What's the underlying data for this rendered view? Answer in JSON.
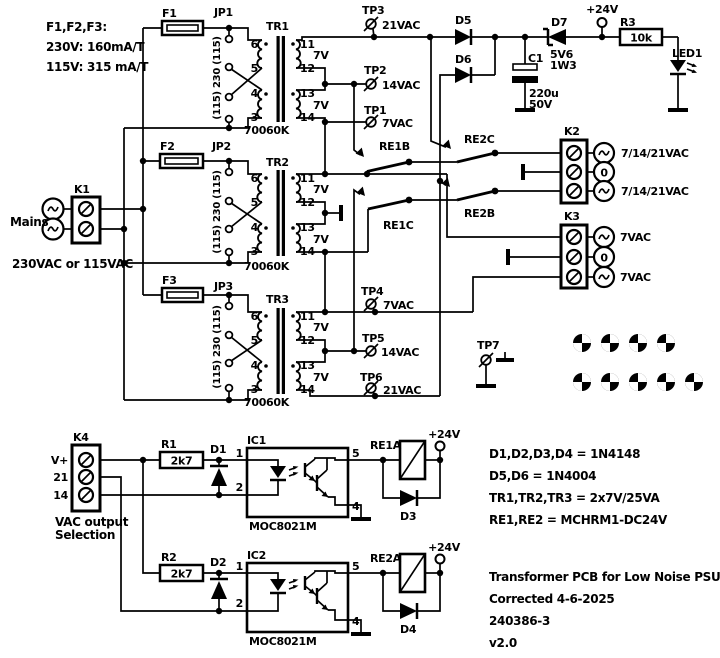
{
  "colors": {
    "ink": "#000000",
    "background": "#ffffff"
  },
  "fuse_note": {
    "line1": "F1,F2,F3:",
    "line2": "230V: 160mA/T",
    "line3": "115V: 315 mA/T"
  },
  "fuses": {
    "f1": "F1",
    "f2": "F2",
    "f3": "F3"
  },
  "jumpers": {
    "jp1": "JP1",
    "jp2": "JP2",
    "jp3": "JP3",
    "voltage_select": "(115) 230 (115)"
  },
  "transformers": {
    "tr1": {
      "name": "TR1",
      "part": "70060K"
    },
    "tr2": {
      "name": "TR2",
      "part": "70060K"
    },
    "tr3": {
      "name": "TR3",
      "part": "70060K"
    },
    "pins_primary": [
      "6",
      "5",
      "4",
      "3"
    ],
    "pins_secondary": [
      "11",
      "12",
      "13",
      "14"
    ],
    "winding_voltage": "7V"
  },
  "testpoints": {
    "tp1": {
      "name": "TP1",
      "value": "7VAC"
    },
    "tp2": {
      "name": "TP2",
      "value": "14VAC"
    },
    "tp3": {
      "name": "TP3",
      "value": "21VAC"
    },
    "tp4": {
      "name": "TP4",
      "value": "7VAC"
    },
    "tp5": {
      "name": "TP5",
      "value": "14VAC"
    },
    "tp6": {
      "name": "TP6",
      "value": "21VAC"
    },
    "tp7": {
      "name": "TP7"
    }
  },
  "diodes": {
    "d1": "D1",
    "d2": "D2",
    "d3": "D3",
    "d4": "D4",
    "d5": "D5",
    "d6": "D6",
    "d7": "D7",
    "d7_voltage": "5V6",
    "d7_power": "1W3"
  },
  "supply": {
    "rail": "+24V"
  },
  "resistors": {
    "r1": {
      "name": "R1",
      "value": "2k7"
    },
    "r2": {
      "name": "R2",
      "value": "2k7"
    },
    "r3": {
      "name": "R3",
      "value": "10k"
    }
  },
  "capacitors": {
    "c1": {
      "name": "C1",
      "value": "220u",
      "voltage": "50V"
    }
  },
  "led": {
    "name": "LED1"
  },
  "relay_contacts": {
    "re1b": "RE1B",
    "re1c": "RE1C",
    "re2b": "RE2B",
    "re2c": "RE2C"
  },
  "relay_coils": {
    "re1a": "RE1A",
    "re2a": "RE2A"
  },
  "connectors": {
    "k1": {
      "name": "K1",
      "label": "Mains",
      "sub": "230VAC or 115VAC"
    },
    "k2": {
      "name": "K2",
      "t1": "7/14/21VAC",
      "t2": "0",
      "t3": "7/14/21VAC"
    },
    "k3": {
      "name": "K3",
      "t1": "7VAC",
      "t2": "0",
      "t3": "7VAC"
    },
    "k4": {
      "name": "K4",
      "p1": "V+",
      "p2": "21",
      "p3": "14",
      "caption1": "VAC output",
      "caption2": "Selection"
    }
  },
  "optos": {
    "ic1": {
      "name": "IC1",
      "part": "MOC8021M",
      "pins": {
        "p1": "1",
        "p2": "2",
        "p4": "4",
        "p5": "5"
      }
    },
    "ic2": {
      "name": "IC2",
      "part": "MOC8021M",
      "pins": {
        "p1": "1",
        "p2": "2",
        "p4": "4",
        "p5": "5"
      }
    }
  },
  "bom_notes": {
    "line1": "D1,D2,D3,D4 = 1N4148",
    "line2": "D5,D6 = 1N4004",
    "line3": "TR1,TR2,TR3 = 2x7V/25VA",
    "line4": "RE1,RE2 = MCHRM1-DC24V"
  },
  "title_block": {
    "title": "Transformer PCB for Low Noise PSU",
    "revision_note": "Corrected 4-6-2025",
    "project_number": "240386-3",
    "version": "v2.0"
  }
}
